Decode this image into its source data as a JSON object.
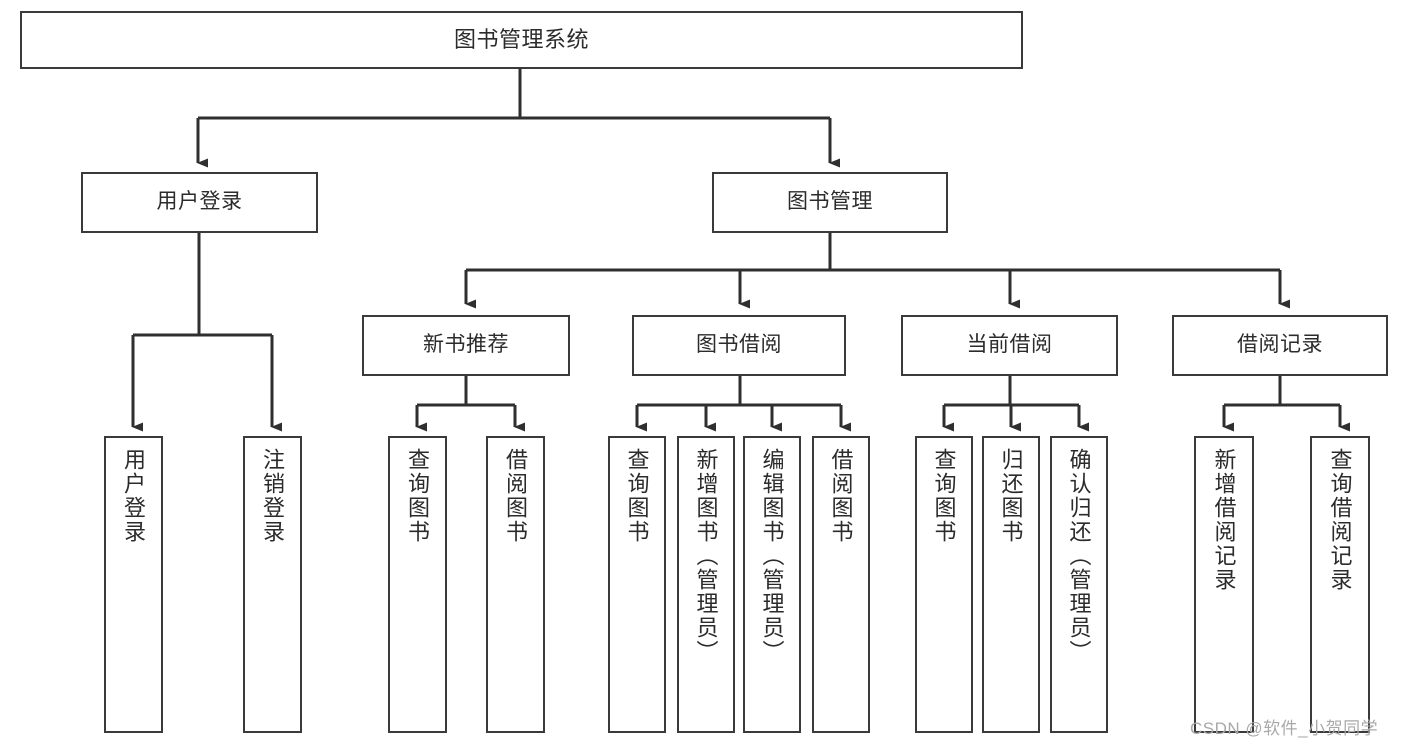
{
  "diagram": {
    "title": "图书管理系统",
    "type": "tree-hierarchy",
    "watermark": "CSDN @软件_小贺同学",
    "line_color": "#3a3a3a",
    "box_fill": "#ffffff",
    "text_color": "#2b2b2b",
    "watermark_color": "#a9a9a9"
  },
  "nodes": {
    "root": {
      "label": "图书管理系统"
    },
    "level1": [
      {
        "label": "用户登录"
      },
      {
        "label": "图书管理"
      }
    ],
    "level2": [
      {
        "label": "新书推荐"
      },
      {
        "label": "图书借阅"
      },
      {
        "label": "当前借阅"
      },
      {
        "label": "借阅记录"
      }
    ],
    "leaves": {
      "user_login": [
        {
          "label": "用户登录"
        },
        {
          "label": "注销登录"
        }
      ],
      "new_book_recommend": [
        {
          "label": "查询图书"
        },
        {
          "label": "借阅图书"
        }
      ],
      "book_borrow": [
        {
          "label": "查询图书"
        },
        {
          "label": "新增图书（管理员）"
        },
        {
          "label": "编辑图书（管理员）"
        },
        {
          "label": "借阅图书"
        }
      ],
      "current_borrow": [
        {
          "label": "查询图书"
        },
        {
          "label": "归还图书"
        },
        {
          "label": "确认归还（管理员）"
        }
      ],
      "borrow_record": [
        {
          "label": "新增借阅记录"
        },
        {
          "label": "查询借阅记录"
        }
      ]
    }
  }
}
